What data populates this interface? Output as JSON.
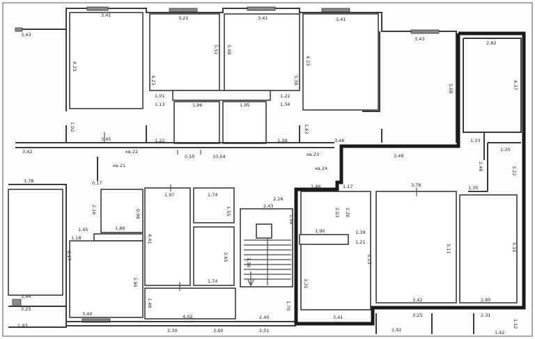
{
  "plan": {
    "labels": {
      "l_343a": "3,43",
      "l_341a": "3,41",
      "l_321": "3,21",
      "l_341b": "3,41",
      "l_341c": "3,41",
      "l_343b": "3,43",
      "l_282": "2,82",
      "l_423a": "4,23",
      "l_423b": "4,23",
      "l_423c": "4,23",
      "l_551": "5,51",
      "l_548": "5,48",
      "l_538": "5,38",
      "l_508": "5,08",
      "l_437": "4,37",
      "l_101": "1,01",
      "l_113": "1,13",
      "l_122a": "1,22",
      "l_134": "1,34",
      "l_196": "1,96",
      "l_195": "1,95",
      "l_102": "1,02",
      "l_163": "1,63",
      "l_345": "3,45",
      "l_342": "3,42",
      "l_122b": "1,22",
      "l_139": "1,39",
      "l_050": "0,50",
      "l_1054": "10,54",
      "l_kv22": "кв.22",
      "l_kv23": "кв.23",
      "l_kv21": "кв.21",
      "l_kv24": "кв.24",
      "l_349": "3,49",
      "l_133": "1,33",
      "l_135a": "1,35",
      "l_246": "2,46",
      "l_322": "3,22",
      "l_135b": "1,35",
      "l_346": "3,46",
      "l_378a": "3,78",
      "l_216": "2,16",
      "l_186": "1,86",
      "l_197": "1,97",
      "l_174a": "1,74",
      "l_155": "1,55",
      "l_243": "2,43",
      "l_098": "0,98",
      "l_145": "1,45",
      "l_118": "1,18",
      "l_617": "6,17",
      "l_441": "4,41",
      "l_365": "3,65",
      "l_390": "3,90",
      "l_174b": "1,74",
      "l_148": "1,48",
      "l_402": "4,02",
      "l_344": "3,44",
      "l_325": "3,25",
      "l_193": "1,93",
      "l_340": "3,40",
      "l_230": "2,30",
      "l_360": "3,60",
      "l_251": "2,51",
      "l_240": "2,40",
      "l_190": "1,90",
      "l_139b": "1,39",
      "l_121": "1,21",
      "l_513": "5,13",
      "l_331": "3,31",
      "l_341d": "3,41",
      "l_378b": "3,78",
      "l_511": "5,11",
      "l_510": "5,10",
      "l_342b": "3,42",
      "l_280": "2,80",
      "l_325b": "3,25",
      "l_231": "2,31",
      "l_192": "1,92",
      "l_142": "1,42",
      "l_112": "1,12",
      "l_117": "1,17",
      "l_170": "1,70",
      "l_150": "1,50",
      "l_226": "2,26",
      "l_017": "0,17",
      "l_156": "1,56",
      "l_203": "2,03",
      "l_220": "2,20",
      "l_146": "1,46"
    }
  }
}
